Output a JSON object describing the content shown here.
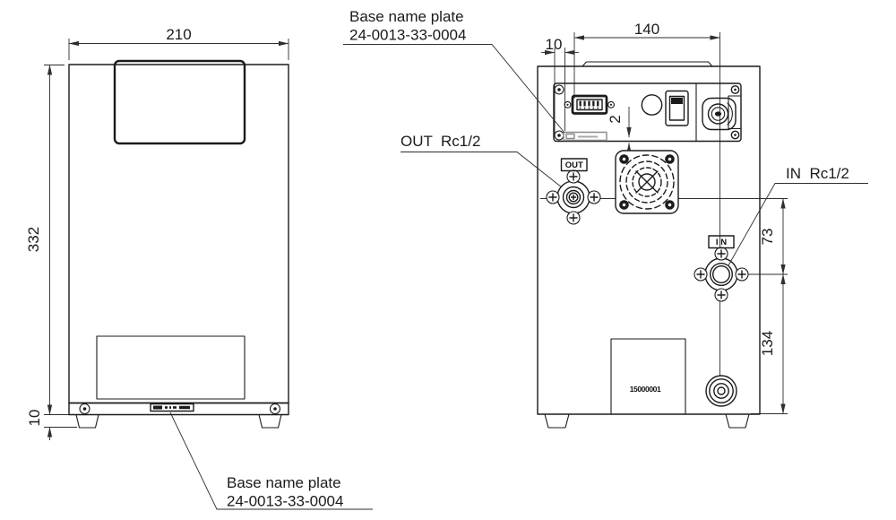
{
  "dims": {
    "front_width": "210",
    "front_height": "332",
    "front_foot_height": "10",
    "back_left_offset": "10",
    "back_width": "140",
    "back_panel_gap": "2",
    "back_in_from_center": "73",
    "back_in_to_bottom": "134"
  },
  "labels": {
    "base_name_plate_line1": "Base name plate",
    "base_name_plate_line2": "24-0013-33-0004",
    "out_port": "OUT  Rc1/2",
    "in_port": "IN  Rc1/2"
  },
  "markings": {
    "out_tag": "OUT",
    "in_tag": "I N",
    "serial_number": "15000001"
  },
  "colors": {
    "line": "#1b1b1b",
    "background": "#ffffff"
  }
}
